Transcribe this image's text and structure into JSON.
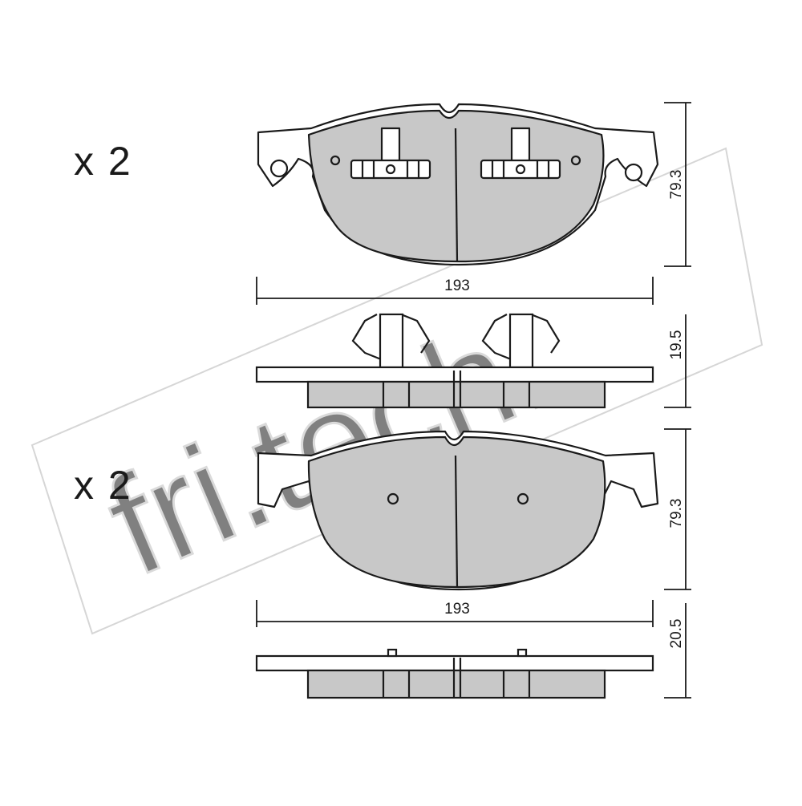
{
  "quantities": {
    "top": "x 2",
    "bottom": "x 2"
  },
  "dimensions": {
    "top_width": "193",
    "top_height": "79.3",
    "top_thickness": "19.5",
    "bottom_width": "193",
    "bottom_height": "79.3",
    "bottom_thickness": "20.5"
  },
  "watermark": {
    "brand": "fri.tech."
  },
  "colors": {
    "pad_fill": "#c8c8c8",
    "line": "#1a1a1a",
    "watermark": "#d9d9d9"
  }
}
